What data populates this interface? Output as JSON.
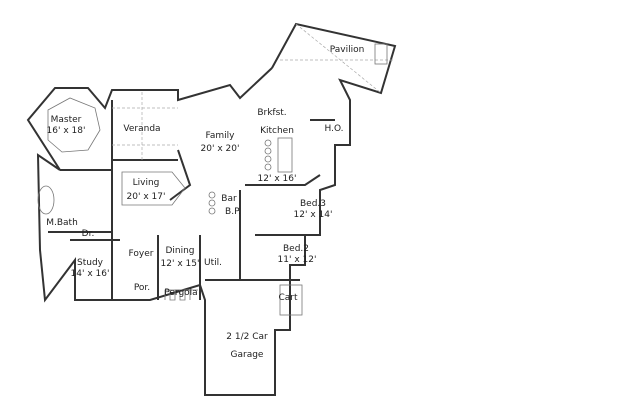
{
  "rooms": {
    "pavilion": {
      "name": "Pavilion"
    },
    "master": {
      "name": "Master",
      "size": "16' x 18'"
    },
    "veranda": {
      "name": "Veranda"
    },
    "family": {
      "name": "Family",
      "size": "20' x 20'"
    },
    "brkfst": {
      "name": "Brkfst."
    },
    "kitchen": {
      "name": "Kitchen",
      "size": "12' x 16'"
    },
    "ho": {
      "name": "H.O."
    },
    "living": {
      "name": "Living",
      "size": "20' x 17'"
    },
    "bar": {
      "name": "Bar"
    },
    "bp": {
      "name": "B.P."
    },
    "bed3": {
      "name": "Bed.3",
      "size": "12' x 14'"
    },
    "mbath": {
      "name": "M.Bath"
    },
    "dr": {
      "name": "Dr."
    },
    "foyer": {
      "name": "Foyer"
    },
    "dining": {
      "name": "Dining",
      "size": "12' x 15'"
    },
    "util": {
      "name": "Util."
    },
    "bed2": {
      "name": "Bed.2",
      "size": "11' x 12'"
    },
    "study": {
      "name": "Study",
      "size": "14' x 16'"
    },
    "por": {
      "name": "Por."
    },
    "pergola": {
      "name": "Pergola"
    },
    "cart": {
      "name": "Cart"
    },
    "garage": {
      "name": "2 1/2 Car",
      "name2": "Garage"
    }
  }
}
